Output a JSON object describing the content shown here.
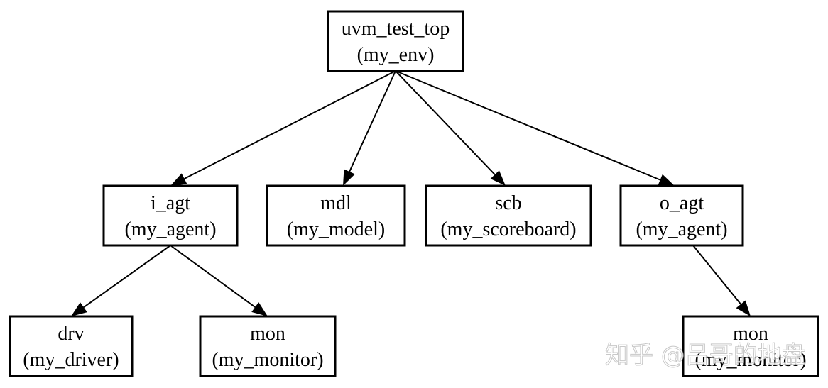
{
  "diagram": {
    "nodes": [
      {
        "id": "uvm_test_top",
        "name": "uvm_test_top",
        "type": "(my_env)"
      },
      {
        "id": "i_agt",
        "name": "i_agt",
        "type": "(my_agent)"
      },
      {
        "id": "mdl",
        "name": "mdl",
        "type": "(my_model)"
      },
      {
        "id": "scb",
        "name": "scb",
        "type": "(my_scoreboard)"
      },
      {
        "id": "o_agt",
        "name": "o_agt",
        "type": "(my_agent)"
      },
      {
        "id": "drv",
        "name": "drv",
        "type": "(my_driver)"
      },
      {
        "id": "mon_i",
        "name": "mon",
        "type": "(my_monitor)"
      },
      {
        "id": "mon_o",
        "name": "mon",
        "type": "(my_monitor)"
      }
    ],
    "edges": [
      {
        "from": "uvm_test_top",
        "to": "i_agt"
      },
      {
        "from": "uvm_test_top",
        "to": "mdl"
      },
      {
        "from": "uvm_test_top",
        "to": "scb"
      },
      {
        "from": "uvm_test_top",
        "to": "o_agt"
      },
      {
        "from": "i_agt",
        "to": "drv"
      },
      {
        "from": "i_agt",
        "to": "mon_i"
      },
      {
        "from": "o_agt",
        "to": "mon_o"
      }
    ]
  },
  "watermark": {
    "text": "知乎 @吕哥的地盘"
  },
  "colors": {
    "stroke": "#000000",
    "background": "#ffffff"
  }
}
